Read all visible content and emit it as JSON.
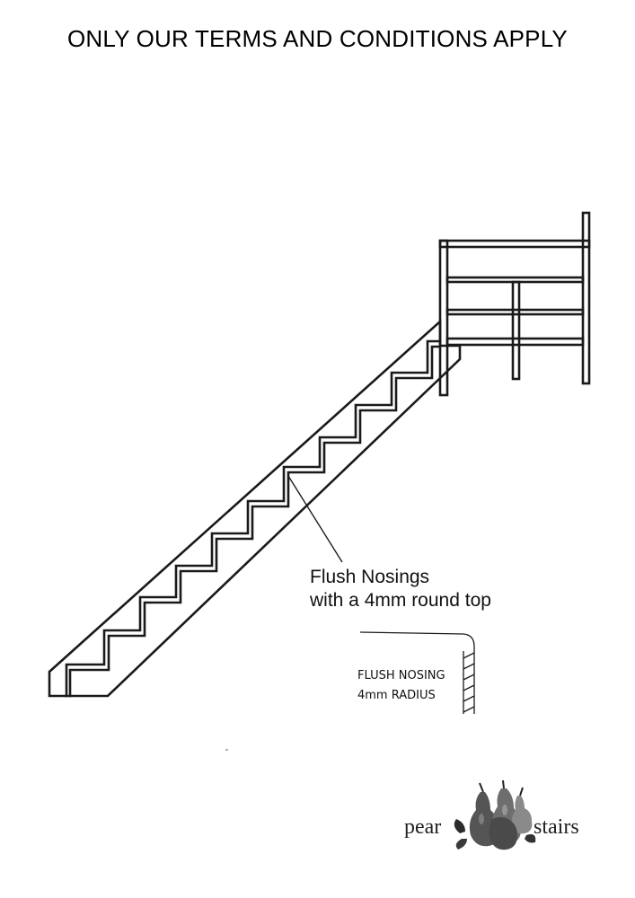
{
  "header": {
    "title": "ONLY OUR TERMS AND CONDITIONS APPLY"
  },
  "callout": {
    "line1": "Flush Nosings",
    "line2": "with a 4mm round top"
  },
  "detail": {
    "line1": "FLUSH NOSING",
    "line2": "4mm RADIUS"
  },
  "brand": {
    "left_word": "pear",
    "right_word": "stairs",
    "logo_icon": "pear-cluster-logo"
  },
  "colors": {
    "line": "#1a1a1a",
    "background": "#ffffff"
  }
}
